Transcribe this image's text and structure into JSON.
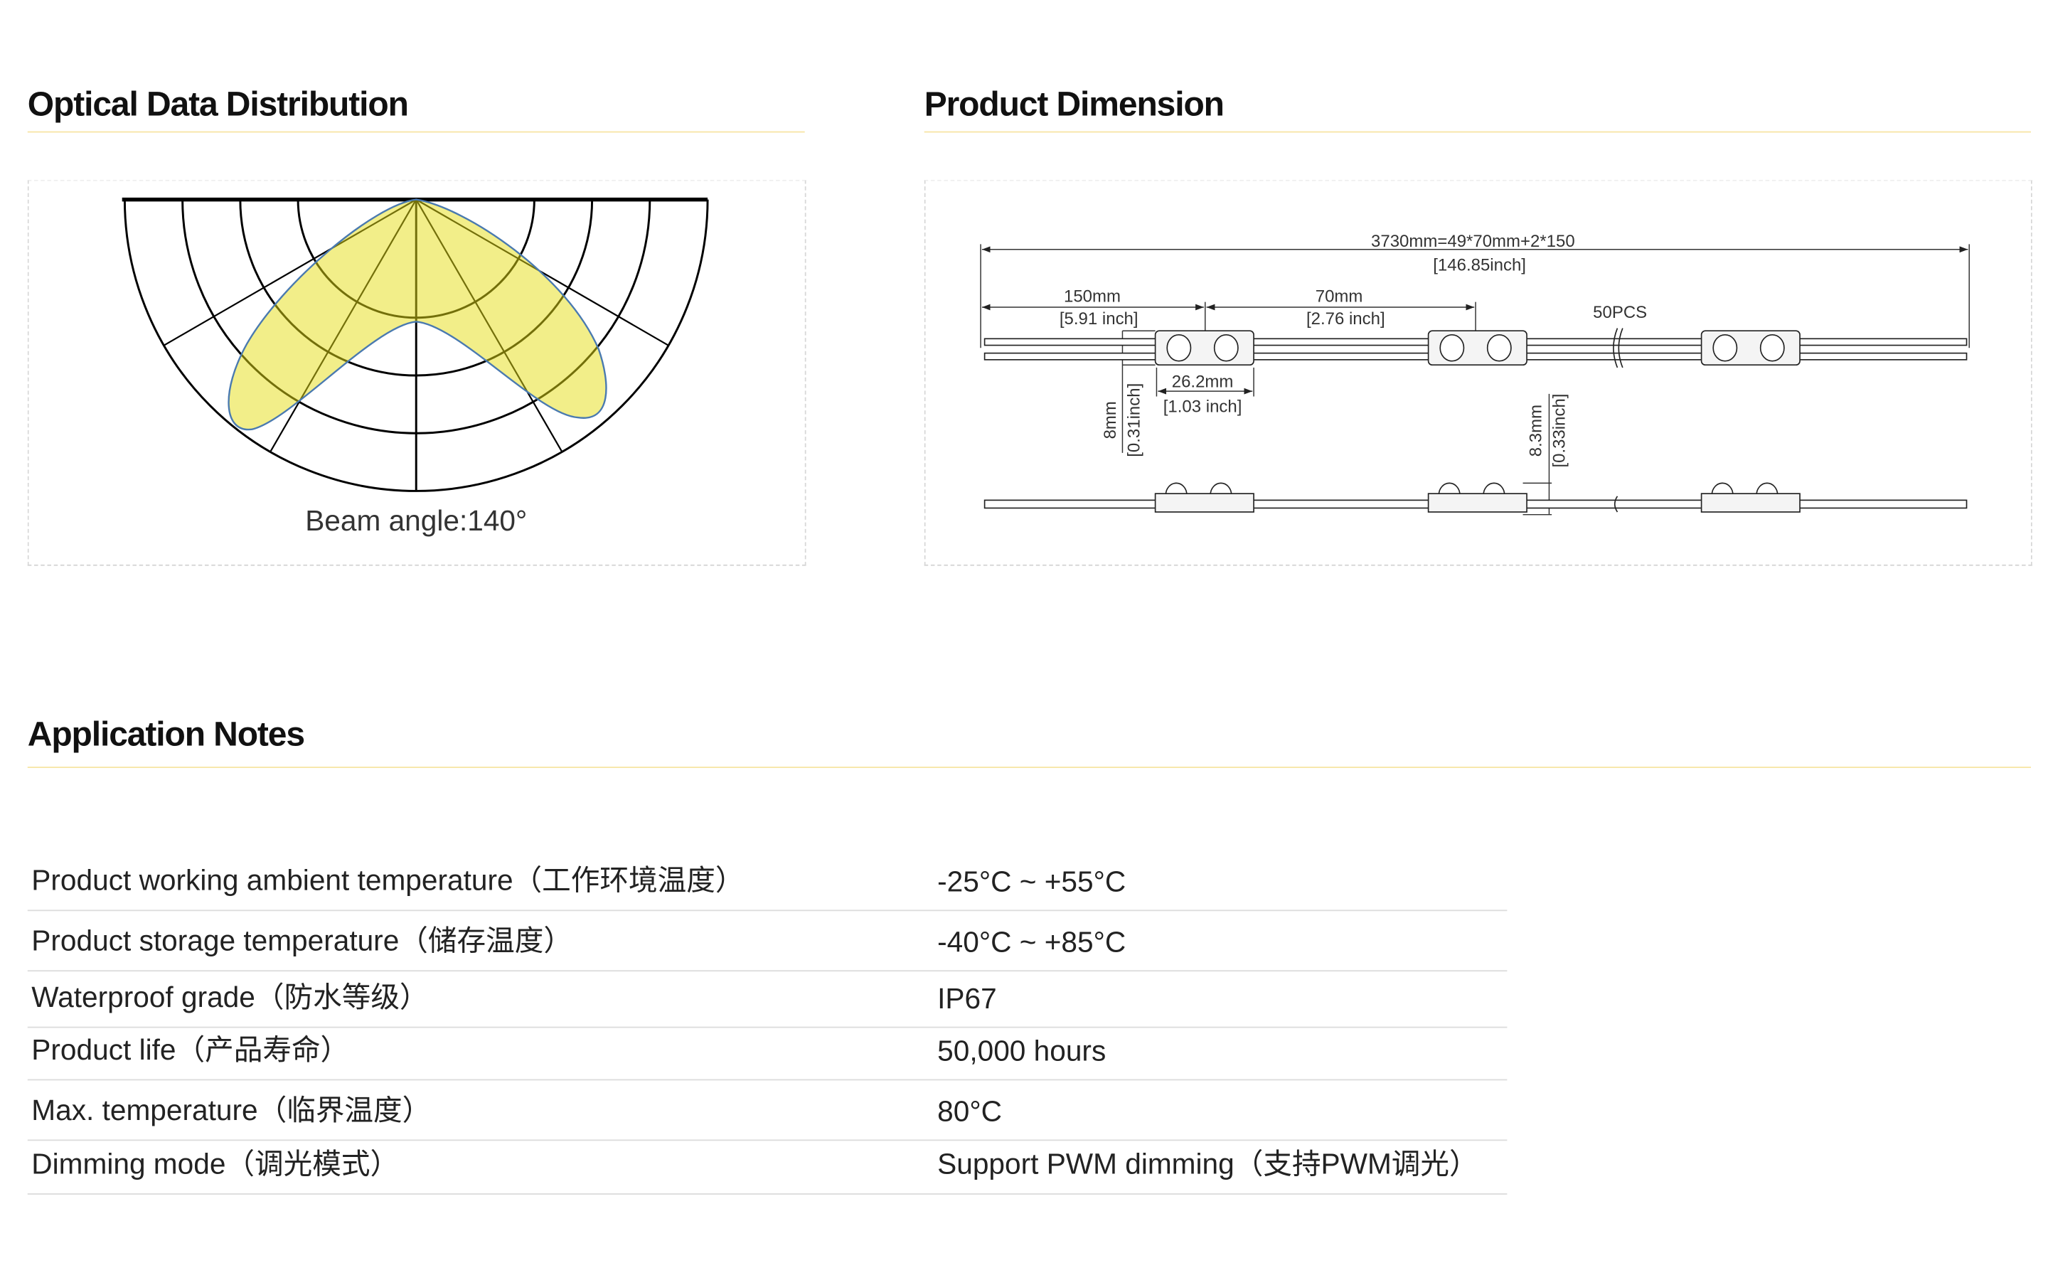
{
  "sections": {
    "optical": {
      "title": "Optical Data Distribution",
      "beam_label": "Beam angle:140°"
    },
    "dimension": {
      "title": "Product Dimension",
      "total_length": "3730mm=49*70mm+2*150",
      "total_length_inch": "[146.85inch]",
      "lead_length": "150mm",
      "lead_length_inch": "[5.91 inch]",
      "pitch": "70mm",
      "pitch_inch": "[2.76 inch]",
      "count": "50PCS",
      "module_length": "26.2mm",
      "module_length_inch": "[1.03 inch]",
      "module_width": "8mm",
      "module_width_inch": "[0.31inch]",
      "module_height": "8.3mm",
      "module_height_inch": "[0.33inch]"
    },
    "notes": {
      "title": "Application Notes",
      "rows": [
        {
          "label": "Product working ambient temperature（工作环境温度）",
          "value": "-25°C ~ +55°C"
        },
        {
          "label": "Product storage temperature（储存温度）",
          "value": "-40°C ~ +85°C"
        },
        {
          "label": "Waterproof grade（防水等级）",
          "value": "IP67"
        },
        {
          "label": "Product life（产品寿命）",
          "value": "50,000 hours"
        },
        {
          "label": "Max. temperature（临界温度）",
          "value": "80°C"
        },
        {
          "label": "Dimming mode（调光模式）",
          "value": "Support PWM dimming（支持PWM调光）"
        }
      ]
    }
  },
  "colors": {
    "accent_rule": "#f7e6a6",
    "lobe_fill": "#f2ee89",
    "lobe_stroke": "#4a7ab0"
  }
}
